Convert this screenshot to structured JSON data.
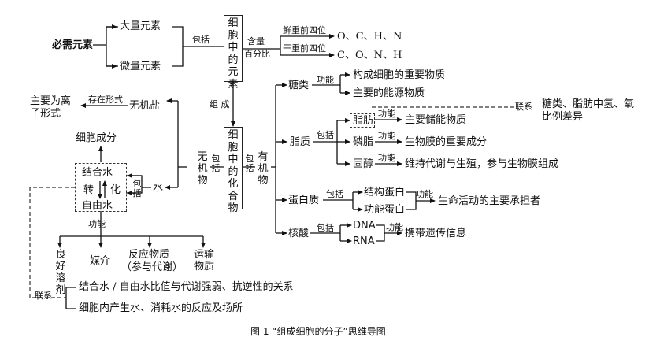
{
  "box_elements": "细胞中的元素",
  "box_compounds": "细胞中的化合物",
  "essential": "必需元素",
  "macro": "大量元素",
  "micro": "微量元素",
  "includes": "包括",
  "content_1": "含量",
  "content_2": "百分比",
  "fresh": "鲜重前四位",
  "dry": "干重前四位",
  "fresh_list": "O、C、H、N",
  "dry_list": "C、O、N、H",
  "compose": "组 成",
  "inorganic": "无机物",
  "organic": "有机物",
  "inorganic_salt": "无机盐",
  "exist_form": "存在形式",
  "ion_form_1": "主要为离",
  "ion_form_2": "子形式",
  "water": "水",
  "cell_component": "细胞成分",
  "bound_water": "结合水",
  "free_water": "自由水",
  "convert": "转",
  "convert2": "化",
  "function": "功能",
  "func_solvent": "良好溶剂",
  "func_medium": "媒介",
  "func_reactant_1": "反应物质",
  "func_reactant_2": "（参与代谢）",
  "func_transport": "运输物质",
  "link": "联系",
  "link_1": "结合水 / 自由水比值与代谢强弱、抗逆性的关系",
  "link_2": "细胞内产生水、消耗水的反应及场所",
  "sugar": "糖类",
  "sugar_f1": "构成细胞的重要物质",
  "sugar_f2": "主要的能源物质",
  "lipid": "脂质",
  "fat": "脂肪",
  "fat_f": "主要储能物质",
  "fat_link_1": "糖类、脂肪中氢、氧",
  "fat_link_2": "比例差异",
  "phospholipid": "磷脂",
  "phospholipid_f": "生物膜的重要成分",
  "sterol": "固醇",
  "sterol_f": "维持代谢与生殖，参与生物膜组成",
  "protein": "蛋白质",
  "structural_protein": "结构蛋白",
  "functional_protein": "功能蛋白",
  "protein_f": "生命活动的主要承担者",
  "nucleic_acid": "核酸",
  "dna": "DNA",
  "rna": "RNA",
  "nucleic_f": "携带遗传信息",
  "caption": "图  1    “组成细胞的分子”思维导图"
}
